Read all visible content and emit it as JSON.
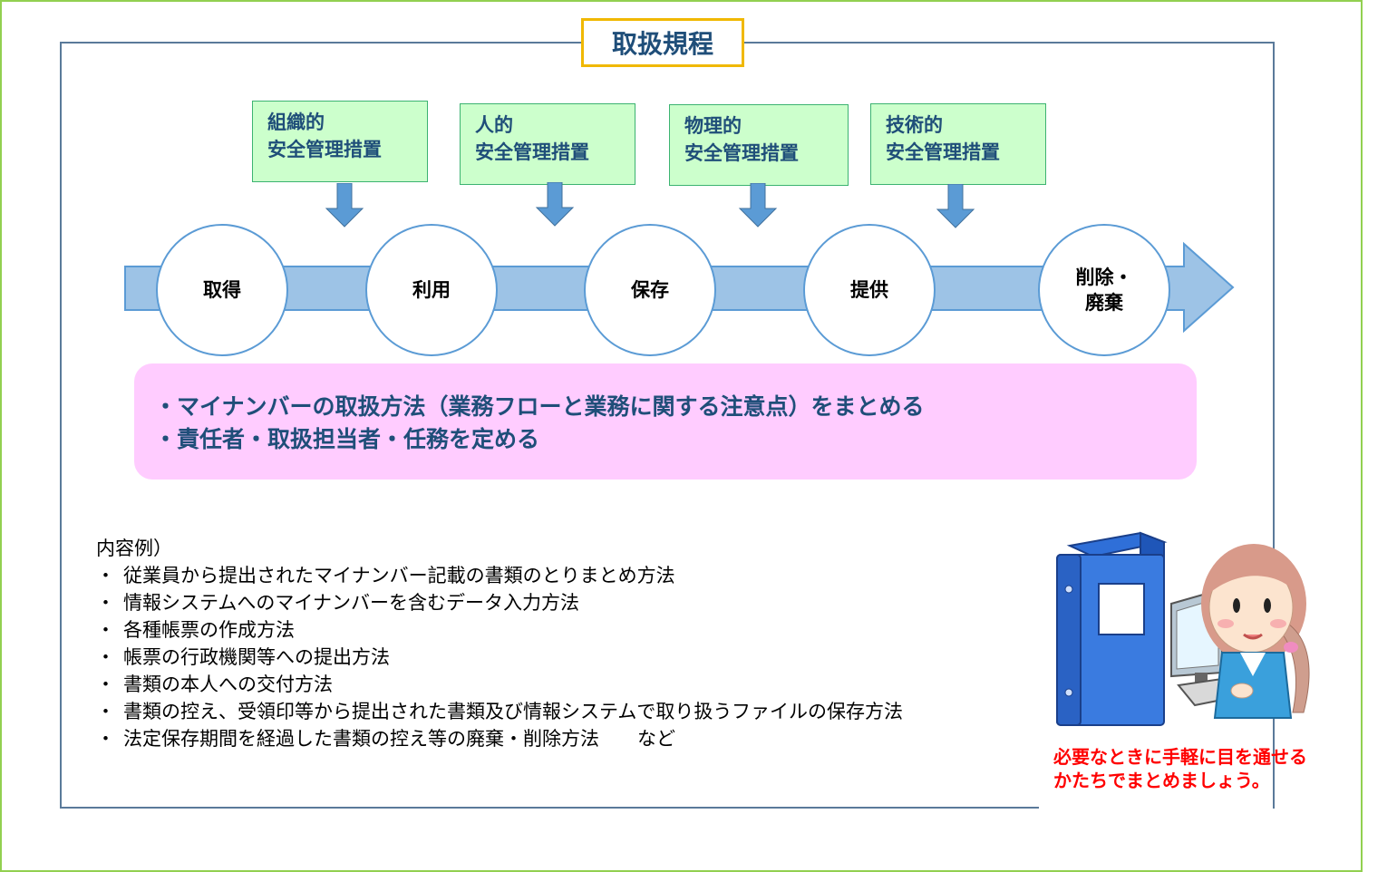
{
  "title": "取扱規程",
  "measures": [
    {
      "line1": "組織的",
      "line2": "安全管理措置"
    },
    {
      "line1": "人的",
      "line2": "安全管理措置"
    },
    {
      "line1": "物理的",
      "line2": "安全管理措置"
    },
    {
      "line1": "技術的",
      "line2": "安全管理措置"
    }
  ],
  "stages": [
    {
      "label": "取得"
    },
    {
      "label": "利用"
    },
    {
      "label": "保存"
    },
    {
      "label": "提供"
    },
    {
      "label": "削除・\n廃棄"
    }
  ],
  "summary": [
    "・マイナンバーの取扱方法（業務フローと業務に関する注意点）をまとめる",
    "・責任者・取扱担当者・任務を定める"
  ],
  "examples": {
    "heading": "内容例）",
    "bullet": "・",
    "items": [
      "従業員から提出されたマイナンバー記載の書類のとりまとめ方法",
      "情報システムへのマイナンバーを含むデータ入力方法",
      "各種帳票の作成方法",
      "帳票の行政機関等への提出方法",
      "書類の本人への交付方法",
      "書類の控え、受領印等から提出された書類及び情報システムで取り扱うファイルの保存方法",
      "法定保存期間を経過した書類の控え等の廃棄・削除方法　　など"
    ]
  },
  "note": [
    "必要なときに手軽に目を通せる",
    "かたちでまとめましょう。"
  ],
  "colors": {
    "outer_border": "#92d050",
    "title_border": "#f0b800",
    "measure_fill": "#ccffcc",
    "flow_fill": "#9dc3e6",
    "stage_border": "#5b9bd5",
    "summary_fill": "#ffccff",
    "text_navy": "#1f4e79",
    "note_red": "#ff0000"
  }
}
